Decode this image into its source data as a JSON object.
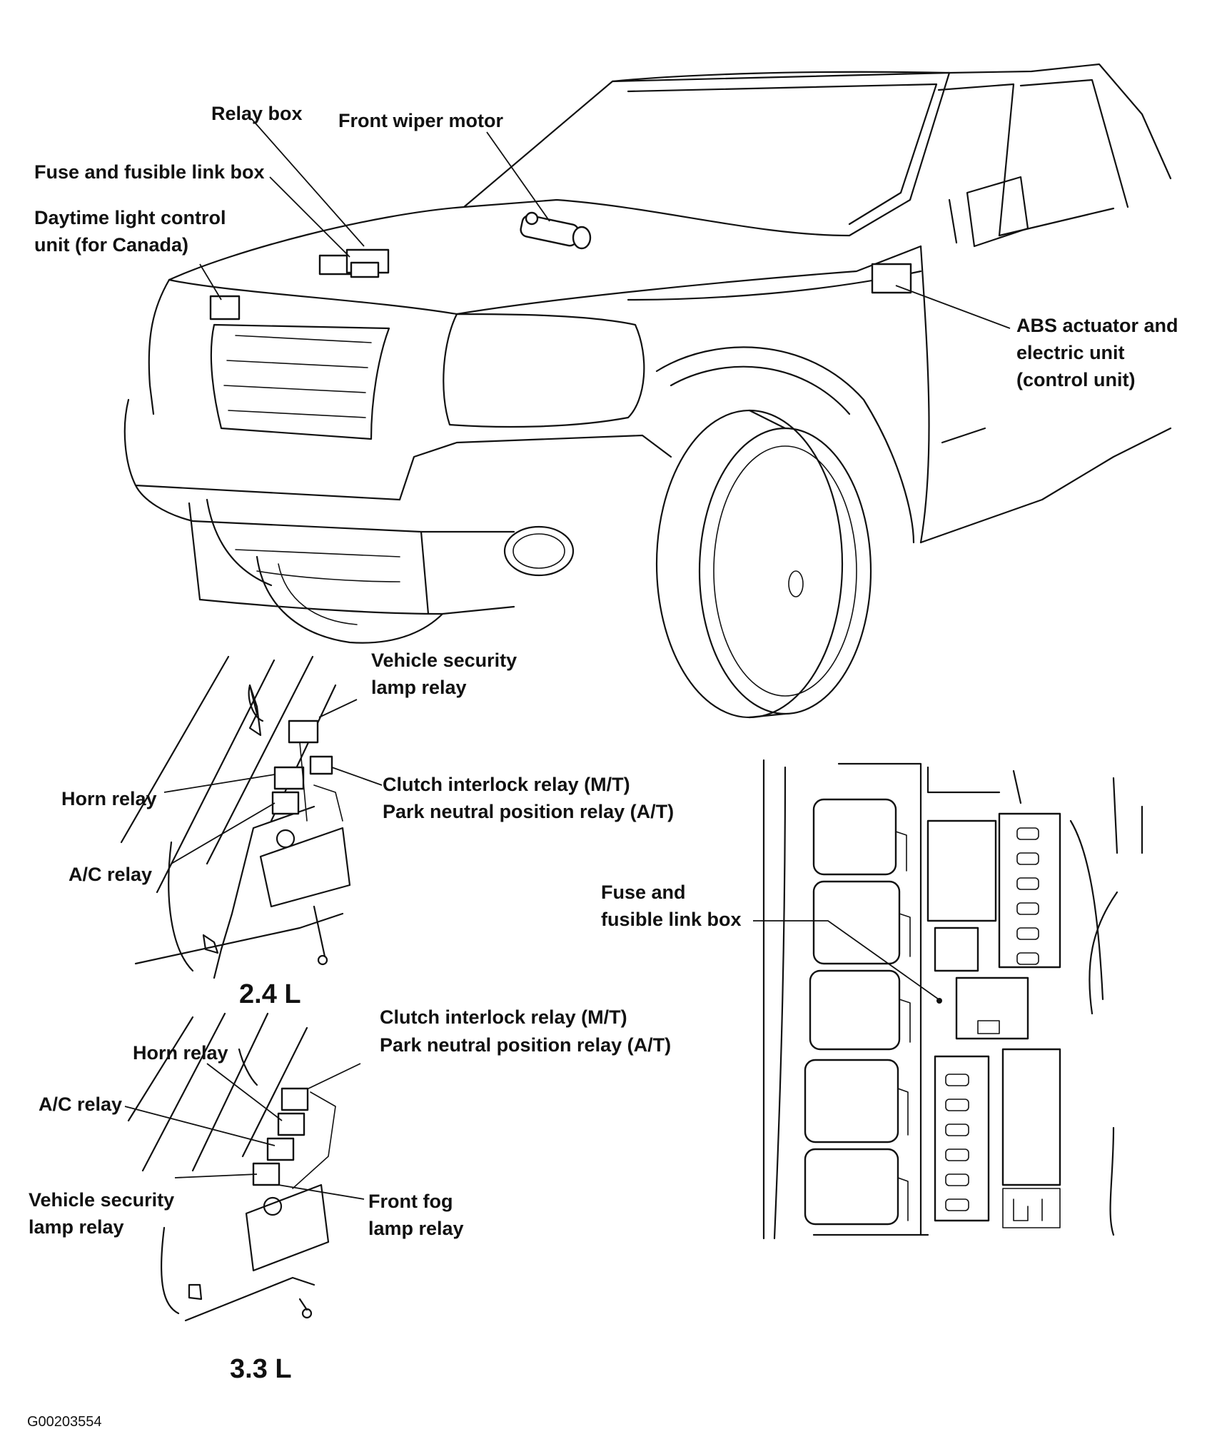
{
  "labels": {
    "relay_box": "Relay box",
    "front_wiper_motor": "Front wiper motor",
    "fuse_fusible_link_box": "Fuse and fusible link box",
    "daytime_light_1": "Daytime light control",
    "daytime_light_2": "unit (for Canada)",
    "abs_1": "ABS actuator and",
    "abs_2": "electric unit",
    "abs_3": "(control unit)",
    "vsl_top_1": "Vehicle security",
    "vsl_top_2": "lamp relay",
    "horn_relay_24": "Horn relay",
    "clutch_24": "Clutch interlock relay (M/T)",
    "park_24": "Park neutral position relay (A/T)",
    "ac_relay_24": "A/C relay",
    "engine_24": "2.4 L",
    "clutch_33": "Clutch interlock relay (M/T)",
    "park_33": "Park neutral position relay (A/T)",
    "horn_relay_33": "Horn relay",
    "ac_relay_33": "A/C relay",
    "vsl_33_1": "Vehicle security",
    "vsl_33_2": "lamp relay",
    "fog_1": "Front fog",
    "fog_2": "lamp relay",
    "engine_33": "3.3 L",
    "fuse_box_detail_1": "Fuse and",
    "fuse_box_detail_2": "fusible link box",
    "figure_code": "G00203554"
  }
}
